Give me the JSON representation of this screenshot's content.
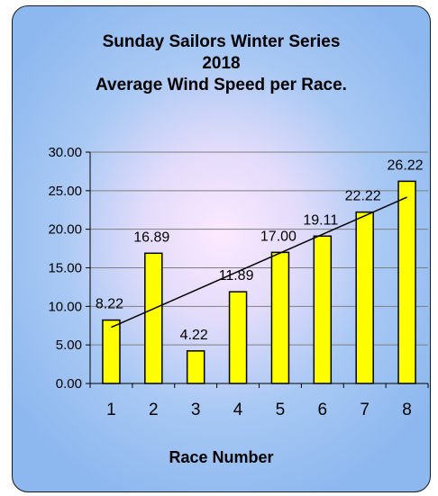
{
  "chart_data": {
    "type": "bar",
    "title_lines": [
      "Sunday Sailors Winter Series",
      "2018",
      "Average Wind Speed per Race."
    ],
    "xlabel": "Race Number",
    "ylabel": "",
    "categories": [
      "1",
      "2",
      "3",
      "4",
      "5",
      "6",
      "7",
      "8"
    ],
    "values": [
      8.22,
      16.89,
      4.22,
      11.89,
      17.0,
      19.11,
      22.22,
      26.22
    ],
    "data_labels": [
      "8.22",
      "16.89",
      "4.22",
      "11.89",
      "17.00",
      "19.11",
      "22.22",
      "26.22"
    ],
    "ylim": [
      0,
      30
    ],
    "yticks": [
      "0.00",
      "5.00",
      "10.00",
      "15.00",
      "20.00",
      "25.00",
      "30.00"
    ],
    "grid": true,
    "trendline": true,
    "bar_color": "#ffff00",
    "bar_border_color": "#000000",
    "panel_gradient_center": "#fce9ff",
    "panel_gradient_edge": "#8db8ef"
  }
}
